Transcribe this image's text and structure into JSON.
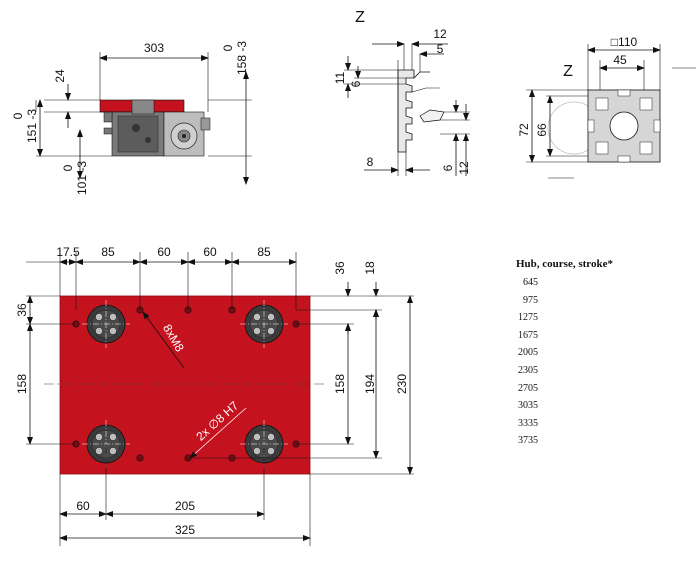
{
  "top_view": {
    "dims": {
      "width": "303",
      "h24": "24",
      "z0_top": "0",
      "z158": "158 -3",
      "z0_left": "0",
      "z151": "151 -3",
      "z0_bot": "0",
      "z101": "101 -3"
    }
  },
  "detail_z": {
    "label": "Z",
    "dims": {
      "d12": "12",
      "d5": "5",
      "d11": "11",
      "d6": "6",
      "d8": "8",
      "d6b": "6",
      "d12b": "12"
    }
  },
  "profile": {
    "label": "Z",
    "dims": {
      "square": "□110",
      "d45": "45",
      "d72": "72",
      "d66": "66"
    }
  },
  "carriage_plate": {
    "top_dims": [
      "17.5",
      "85",
      "60",
      "60",
      "85"
    ],
    "right_dims": {
      "d36": "36",
      "d18": "18",
      "d158": "158",
      "d194": "194",
      "d230": "230"
    },
    "left_dims": {
      "d36": "36",
      "d158": "158"
    },
    "bottom_dims": {
      "d60": "60",
      "d205": "205",
      "d325": "325"
    },
    "callouts": {
      "threads": "8xM8",
      "pins": "2x ∅8 H7"
    },
    "color": "#c5121f"
  },
  "hub_table": {
    "title": "Hub, course, stroke*",
    "values": [
      "645",
      "975",
      "1275",
      "1675",
      "2005",
      "2305",
      "2705",
      "3035",
      "3335",
      "3735"
    ]
  }
}
